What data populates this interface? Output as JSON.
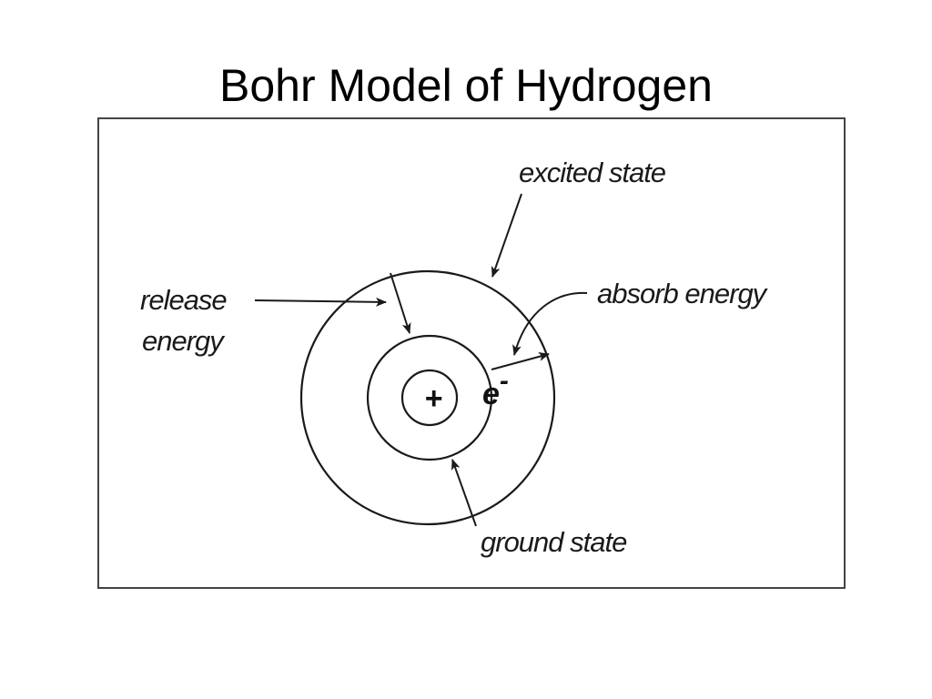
{
  "slide": {
    "title": "Bohr Model of Hydrogen"
  },
  "diagram": {
    "labels": {
      "excited_state": "excited state",
      "release_energy_line1": "release",
      "release_energy_line2": "energy",
      "absorb_energy": "absorb energy",
      "ground_state": "ground state"
    },
    "nucleus_symbol": "+",
    "electron_symbol": "e",
    "electron_charge": "-"
  },
  "colors": {
    "line": "#1a1a1a",
    "frame": "#444444",
    "background": "#ffffff"
  }
}
